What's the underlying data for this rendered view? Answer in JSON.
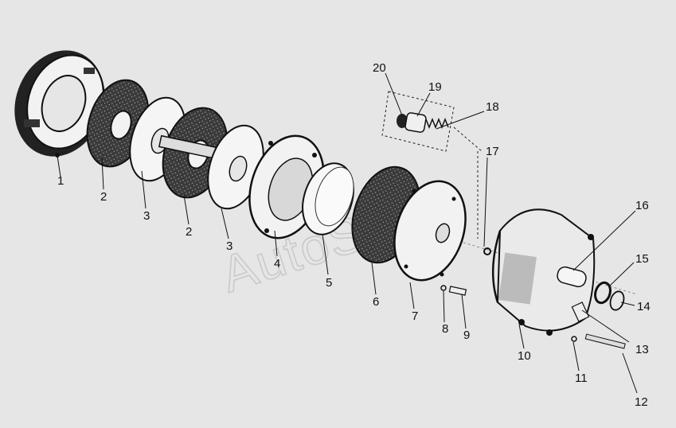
{
  "diagram": {
    "watermark": "AutoSoft",
    "callouts": [
      {
        "id": "1",
        "text": "1"
      },
      {
        "id": "2a",
        "text": "2"
      },
      {
        "id": "3a",
        "text": "3"
      },
      {
        "id": "2b",
        "text": "2"
      },
      {
        "id": "3b",
        "text": "3"
      },
      {
        "id": "4",
        "text": "4"
      },
      {
        "id": "5",
        "text": "5"
      },
      {
        "id": "6",
        "text": "6"
      },
      {
        "id": "7",
        "text": "7"
      },
      {
        "id": "8",
        "text": "8"
      },
      {
        "id": "9",
        "text": "9"
      },
      {
        "id": "10",
        "text": "10"
      },
      {
        "id": "11",
        "text": "11"
      },
      {
        "id": "12",
        "text": "12"
      },
      {
        "id": "13",
        "text": "13"
      },
      {
        "id": "14",
        "text": "14"
      },
      {
        "id": "15",
        "text": "15"
      },
      {
        "id": "16",
        "text": "16"
      },
      {
        "id": "17",
        "text": "17"
      },
      {
        "id": "18",
        "text": "18"
      },
      {
        "id": "19",
        "text": "19"
      },
      {
        "id": "20",
        "text": "20"
      }
    ]
  }
}
